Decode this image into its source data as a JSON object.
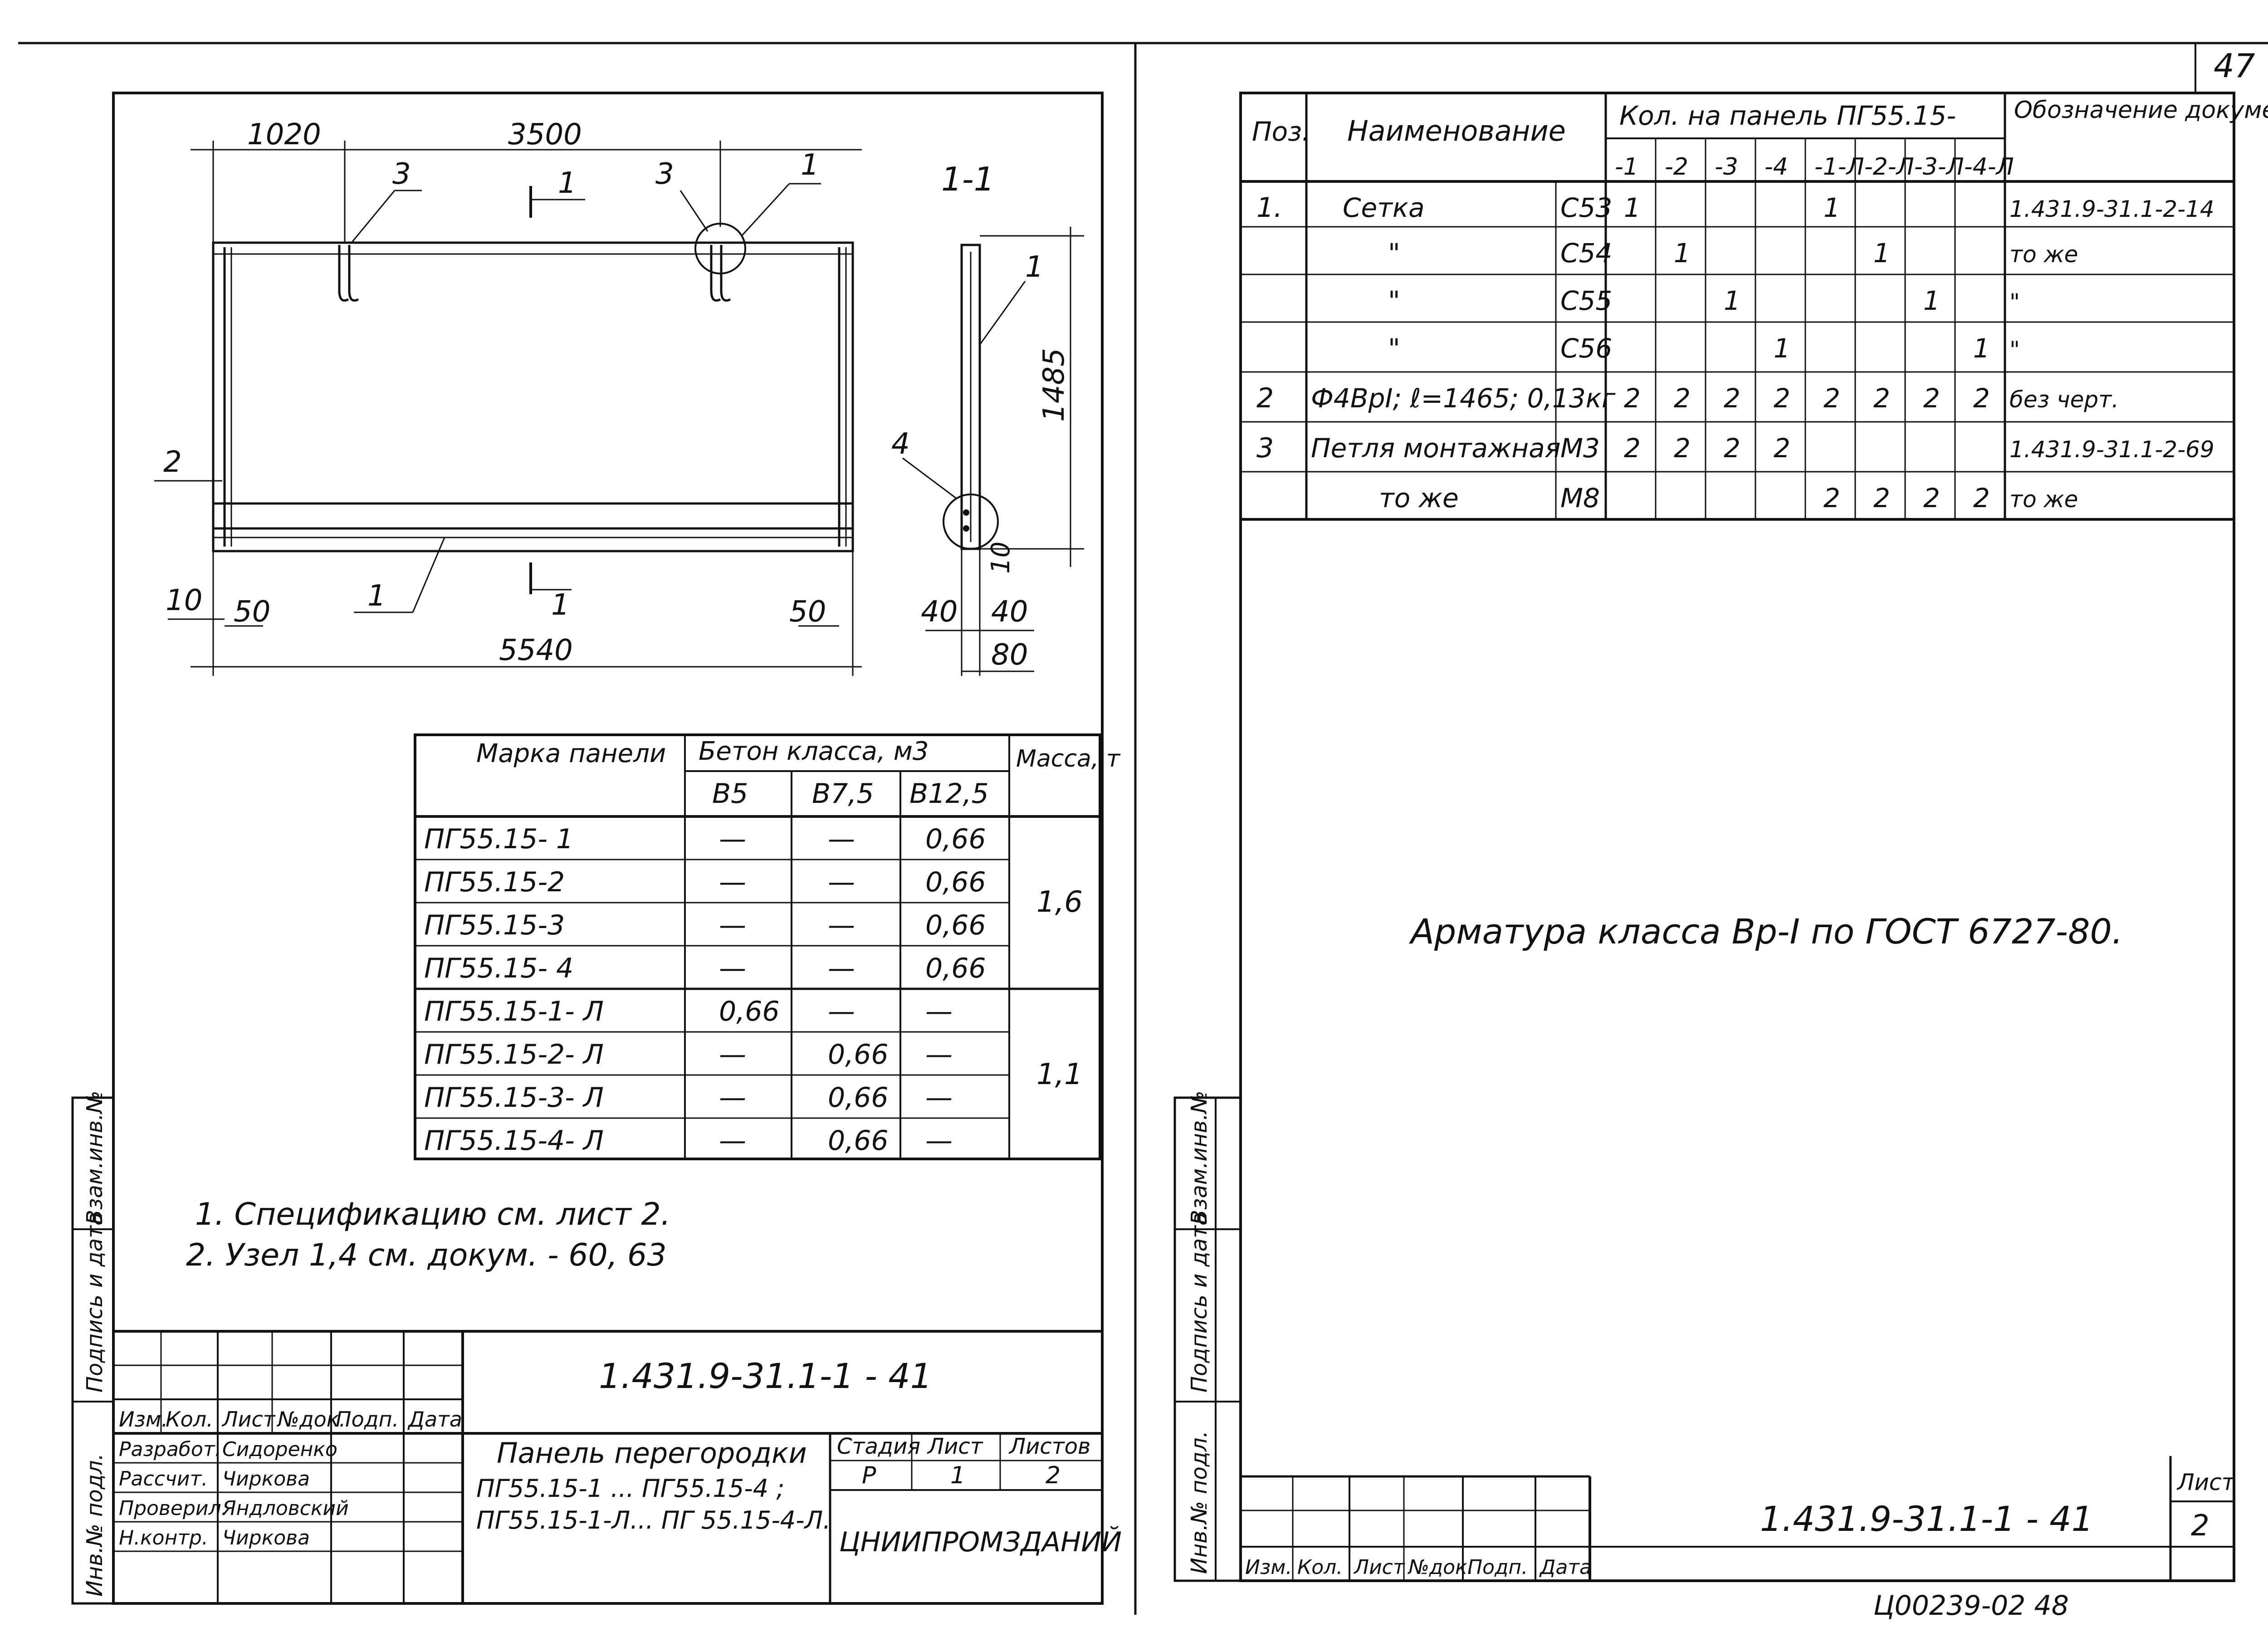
{
  "page_number": "47",
  "left_sheet": {
    "drawing": {
      "dim_top_left": "1020",
      "dim_top_span": "3500",
      "section_label": "1-1",
      "cut_mark": "1",
      "callout_3a": "3",
      "callout_1a": "1",
      "callout_3b": "3",
      "callout_1b": "1",
      "callout_2": "2",
      "callout_1c": "1",
      "callout_4": "4",
      "callout_1d": "1",
      "dim_height": "1485",
      "dim_10_left": "10",
      "dim_50_left": "50",
      "dim_50_right": "50",
      "dim_total": "5540",
      "dim_40a": "40",
      "dim_40b": "40",
      "dim_10_section": "10",
      "dim_80": "80",
      "cut_mark_bottom": "1"
    },
    "panel_table": {
      "header_mark": "Марка панели",
      "header_concrete": "Бетон класса, м3",
      "header_mass": "Масса, т",
      "classes": [
        "B5",
        "B7,5",
        "B12,5"
      ],
      "rows": [
        {
          "mark": "ПГ55.15- 1",
          "b5": "—",
          "b75": "—",
          "b125": "0,66"
        },
        {
          "mark": "ПГ55.15-2",
          "b5": "—",
          "b75": "—",
          "b125": "0,66"
        },
        {
          "mark": "ПГ55.15-3",
          "b5": "—",
          "b75": "—",
          "b125": "0,66"
        },
        {
          "mark": "ПГ55.15- 4",
          "b5": "—",
          "b75": "—",
          "b125": "0,66"
        },
        {
          "mark": "ПГ55.15-1- Л",
          "b5": "0,66",
          "b75": "—",
          "b125": "—"
        },
        {
          "mark": "ПГ55.15-2- Л",
          "b5": "—",
          "b75": "0,66",
          "b125": "—"
        },
        {
          "mark": "ПГ55.15-3- Л",
          "b5": "—",
          "b75": "0,66",
          "b125": "—"
        },
        {
          "mark": "ПГ55.15-4- Л",
          "b5": "—",
          "b75": "0,66",
          "b125": "—"
        }
      ],
      "mass_group1": "1,6",
      "mass_group2": "1,1"
    },
    "notes": [
      "1. Спецификацию см. лист 2.",
      "2. Узел 1,4 см. докум. - 60, 63"
    ],
    "stamp": {
      "code": "1.431.9-31.1-1  - 41",
      "col_headers": [
        "Изм.",
        "Кол.",
        "Лист",
        "№док.",
        "Подп.",
        "Дата"
      ],
      "roles": [
        {
          "role": "Разработ.",
          "name": "Сидоренко"
        },
        {
          "role": "Рассчит.",
          "name": "Чиркова"
        },
        {
          "role": "Проверил.",
          "name": "Яндловский"
        },
        {
          "role": "Н.контр.",
          "name": "Чиркова"
        }
      ],
      "title_line1": "Панель перегородки",
      "title_line2": "ПГ55.15-1 ... ПГ55.15-4 ;",
      "title_line3": "ПГ55.15-1-Л... ПГ 55.15-4-Л.",
      "stage_header": "Стадия",
      "sheet_header": "Лист",
      "sheets_header": "Листов",
      "stage": "Р",
      "sheet": "1",
      "sheets": "2",
      "org": "ЦНИИПРОМЗДАНИЙ"
    },
    "side_labels": [
      "Инв.№ подл.",
      "Подпись и дата",
      "Взам.инв.№"
    ]
  },
  "right_sheet": {
    "spec_table": {
      "header_pos": "Поз.",
      "header_name": "Наименование",
      "header_qty": "Кол. на панель ПГ55.15-",
      "header_doc": "Обозначение документа",
      "sub_headers": [
        "-1",
        "-2",
        "-3",
        "-4",
        "-1-Л",
        "-2-Л",
        "-3-Л",
        "-4-Л"
      ],
      "rows": [
        {
          "pos": "1.",
          "name": "Сетка",
          "code": "С53",
          "q": [
            "1",
            "",
            "",
            "",
            "1",
            "",
            "",
            ""
          ],
          "doc": "1.431.9-31.1-2-14"
        },
        {
          "pos": "",
          "name": "\"",
          "code": "С54",
          "q": [
            "",
            "1",
            "",
            "",
            "",
            "1",
            "",
            ""
          ],
          "doc": "то же"
        },
        {
          "pos": "",
          "name": "\"",
          "code": "С55",
          "q": [
            "",
            "",
            "1",
            "",
            "",
            "",
            "1",
            ""
          ],
          "doc": "\""
        },
        {
          "pos": "",
          "name": "\"",
          "code": "С56",
          "q": [
            "",
            "",
            "",
            "1",
            "",
            "",
            "",
            "1"
          ],
          "doc": "\""
        },
        {
          "pos": "2",
          "name": "Ф4ВрI; ℓ=1465; 0,13кг",
          "code": "",
          "q": [
            "2",
            "2",
            "2",
            "2",
            "2",
            "2",
            "2",
            "2"
          ],
          "doc": "без черт."
        },
        {
          "pos": "3",
          "name": "Петля монтажная",
          "code": "М3",
          "q": [
            "2",
            "2",
            "2",
            "2",
            "",
            "",
            "",
            ""
          ],
          "doc": "1.431.9-31.1-2-69"
        },
        {
          "pos": "",
          "name": "то же",
          "code": "М8",
          "q": [
            "",
            "",
            "",
            "",
            "2",
            "2",
            "2",
            "2"
          ],
          "doc": "то же"
        }
      ]
    },
    "note": "Арматура класса Вр-I по ГОСТ 6727-80.",
    "stamp": {
      "code": "1.431.9-31.1-1  - 41",
      "col_headers": [
        "Изм.",
        "Кол.",
        "Лист",
        "№док.",
        "Подп.",
        "Дата"
      ],
      "sheet_header": "Лист",
      "sheet": "2"
    },
    "side_labels": [
      "Инв.№ подл.",
      "Подпись и дата",
      "Взам.инв.№"
    ],
    "footer": "Ц00239-02   48"
  }
}
